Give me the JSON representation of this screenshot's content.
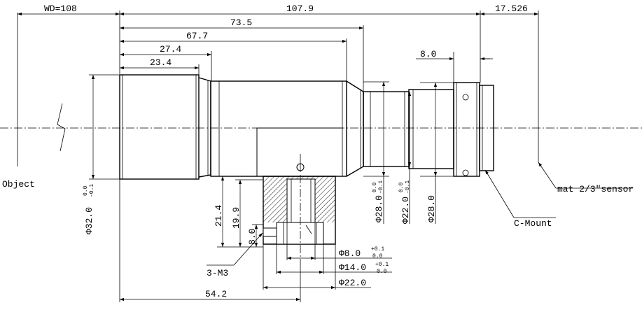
{
  "dimensions": {
    "wd": "WD=108",
    "total": "107.9",
    "sensor": "17.526",
    "d73": "73.5",
    "d67": "67.7",
    "d27": "27.4",
    "d23": "23.4",
    "d8top": "8.0",
    "d54": "54.2",
    "d21": "21.4",
    "d19": "19.9",
    "d8v": "8.0",
    "dia32": "Φ32.0",
    "dia32_tol_up": "0.0",
    "dia32_tol_low": "-0.1",
    "dia28a": "Φ28.0",
    "dia28a_tol_up": "0.0",
    "dia28a_tol_low": "-0.1",
    "dia22v": "Φ22.0",
    "dia22v_tol_up": "0.0",
    "dia22v_tol_low": "-0.1",
    "dia28b": "Φ28.0",
    "dia8": "Φ8.0",
    "dia8_tol_up": "+0.1",
    "dia8_tol_low": "0.0",
    "dia14": "Φ14.0",
    "dia14_tol_up": "+0.1",
    "dia14_tol_low": "0.0",
    "dia22": "Φ22.0"
  },
  "labels": {
    "object": "Object",
    "sensor": "mat 2/3\"sensor",
    "cmount": "C-Mount",
    "m3": "3-M3"
  }
}
